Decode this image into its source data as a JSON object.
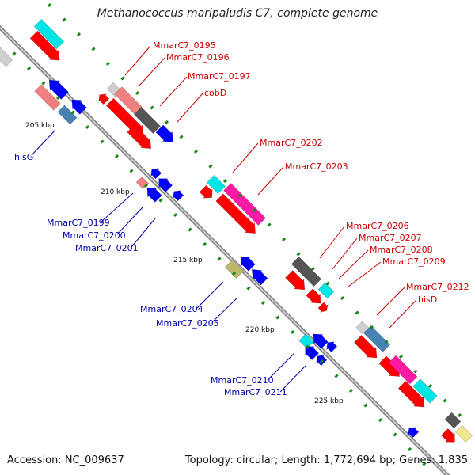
{
  "title": "Methanococcus maripaludis C7, complete genome",
  "accession": "Accession: NC_009637",
  "topology": "Topology: circular; Length: 1,772,694 bp; Genes: 1,835",
  "ticks": [
    "205 kbp",
    "210 kbp",
    "215 kbp",
    "220 kbp",
    "225 kbp"
  ],
  "genes_forward": [
    "MmarC7_0195",
    "MmarC7_0196",
    "MmarC7_0197",
    "cobD",
    "MmarC7_0202",
    "MmarC7_0203",
    "MmarC7_0206",
    "MmarC7_0207",
    "MmarC7_0208",
    "MmarC7_0209",
    "MmarC7_0212",
    "hisD"
  ],
  "genes_reverse": [
    "hisG",
    "MmarC7_0199",
    "MmarC7_0200",
    "MmarC7_0201",
    "MmarC7_0204",
    "MmarC7_0205",
    "MmarC7_0210",
    "MmarC7_0211"
  ],
  "colors": {
    "forward_label": "#cc0000",
    "reverse_label": "#0000aa",
    "backbone": "#888888",
    "gc_dash": "#118811",
    "red": "#ff0000",
    "blue": "#0000ff",
    "cyan": "#00e5e5",
    "magenta": "#ff1aa5",
    "salmon": "#f08080",
    "steel": "#4682b4",
    "darkgray": "#555555",
    "lightgray": "#cfcfcf",
    "olive": "#bdb76b",
    "khaki": "#f0e68c"
  }
}
